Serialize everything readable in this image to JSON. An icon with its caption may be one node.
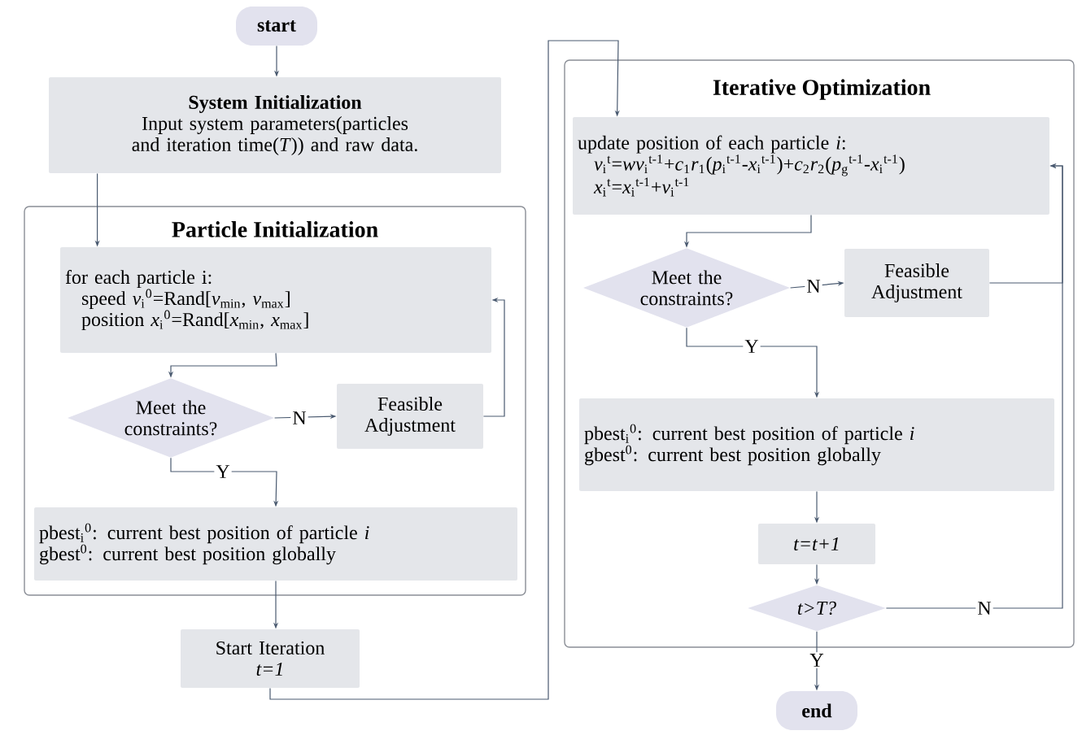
{
  "diagram": {
    "nodes": [
      {
        "text": [
          "start"
        ]
      },
      {
        "text": [
          "System Initialization",
          "Input system parameters(particles and iteration time(*T*)) and raw data."
        ]
      },
      {
        "text": [
          "Particle Initialization"
        ]
      },
      {
        "text": [
          "for each particle i:",
          "speed *v*$_{i}$$^{0}$=Rand[*v*$_{min}$, *v*$_{max}$]",
          "position *x*$_{i}$$^{0}$=Rand[*x*$_{min}$, *x*$_{max}$]"
        ],
        "in": 2
      },
      {
        "text": [
          "Meet the constraints?"
        ],
        "in": 2
      },
      {
        "text": [
          "Feasible Adjustment"
        ],
        "in": 2
      },
      {
        "text": [
          "pbest$_{i}$$^{0}$: current best position of particle *i*",
          "gbest$^{0}$: current best position globally"
        ],
        "in": 2
      },
      {
        "text": [
          "Start Iteration",
          "*t=1*"
        ]
      },
      {
        "text": [
          "Iterative Optimization"
        ]
      },
      {
        "text": [
          "update position of each particle *i*:",
          "*v*$_{i}$$^{t}$=*wv*$_{i}$$^{t-1}$+*c*$_{1}$*r*$_{1}$(*p*$_{i}$$^{t-1}$-*x*$_{i}$$^{t-1}$)+*c*$_{2}$*r*$_{2}$(*p*$_{g}$$^{t-1}$-*x*$_{i}$$^{t-1}$)",
          "*x*$_{i}$$^{t}$=*x*$_{i}$$^{t-1}$+*v*$_{i}$$^{t-1}$"
        ],
        "in": 8
      },
      {
        "text": [
          "Meet the constraints?"
        ],
        "in": 8
      },
      {
        "text": [
          "Feasible Adjustment"
        ],
        "in": 8
      },
      {
        "text": [
          "pbest$_{i}$$^{0}$: current best position of particle *i*",
          "gbest$^{0}$: current best position globally"
        ],
        "in": 8
      },
      {
        "text": [
          "*t=t+1*"
        ],
        "in": 8
      },
      {
        "text": [
          "*t>T?*"
        ],
        "in": 8
      },
      {
        "text": [
          "end"
        ]
      }
    ],
    "edges": [
      {
        "from": 0,
        "to": 1,
        "arrow": "to"
      },
      {
        "from": 1,
        "to": 3,
        "arrow": "to"
      },
      {
        "from": 3,
        "to": 4,
        "arrow": "to"
      },
      {
        "from": 4,
        "to": 5,
        "arrow": "to",
        "label": "N"
      },
      {
        "from": 5,
        "to": 3,
        "arrow": "to"
      },
      {
        "from": 4,
        "to": 6,
        "arrow": "to",
        "label": "Y"
      },
      {
        "from": 6,
        "to": 7,
        "arrow": "to"
      },
      {
        "from": 7,
        "to": 9,
        "arrow": "to"
      },
      {
        "from": 9,
        "to": 10,
        "arrow": "to"
      },
      {
        "from": 10,
        "to": 11,
        "arrow": "to",
        "label": "N"
      },
      {
        "from": 11,
        "to": 9,
        "arrow": "to"
      },
      {
        "from": 10,
        "to": 12,
        "arrow": "to",
        "label": "Y"
      },
      {
        "from": 12,
        "to": 13,
        "arrow": "to"
      },
      {
        "from": 13,
        "to": 14,
        "arrow": "to"
      },
      {
        "from": 14,
        "to": 9,
        "arrow": "to",
        "label": "N"
      },
      {
        "from": 14,
        "to": 15,
        "arrow": "to",
        "label": "Y"
      }
    ]
  }
}
